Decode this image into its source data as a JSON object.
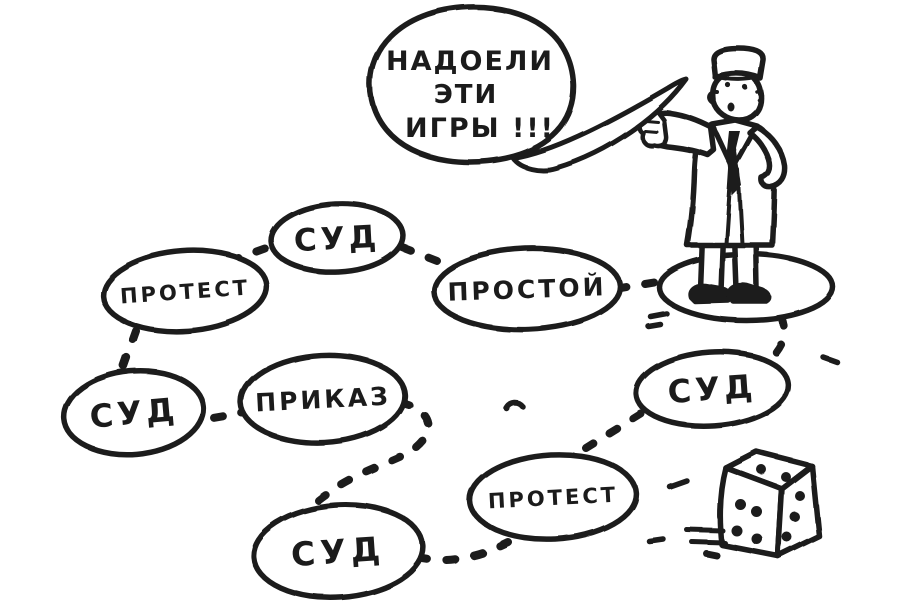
{
  "scene": {
    "speech_bubble": {
      "lines": [
        "НАДОЕЛИ",
        "ЭТИ",
        "ИГРЫ !!!"
      ]
    },
    "board": {
      "cells": [
        {
          "label": "СУД"
        },
        {
          "label": "ПРОТЕСТ"
        },
        {
          "label": "ПРОСТОЙ"
        },
        {
          "label": "СУД"
        },
        {
          "label": "ПРИКАЗ"
        },
        {
          "label": "СУД"
        },
        {
          "label": "ПРОТЕСТ"
        },
        {
          "label": "СУД"
        }
      ]
    },
    "dice": {
      "top_face_pips": 2,
      "left_face_pips": 4,
      "right_face_pips": 3
    },
    "colors": {
      "ink": "#1b1b1b",
      "paper": "#ffffff"
    }
  }
}
